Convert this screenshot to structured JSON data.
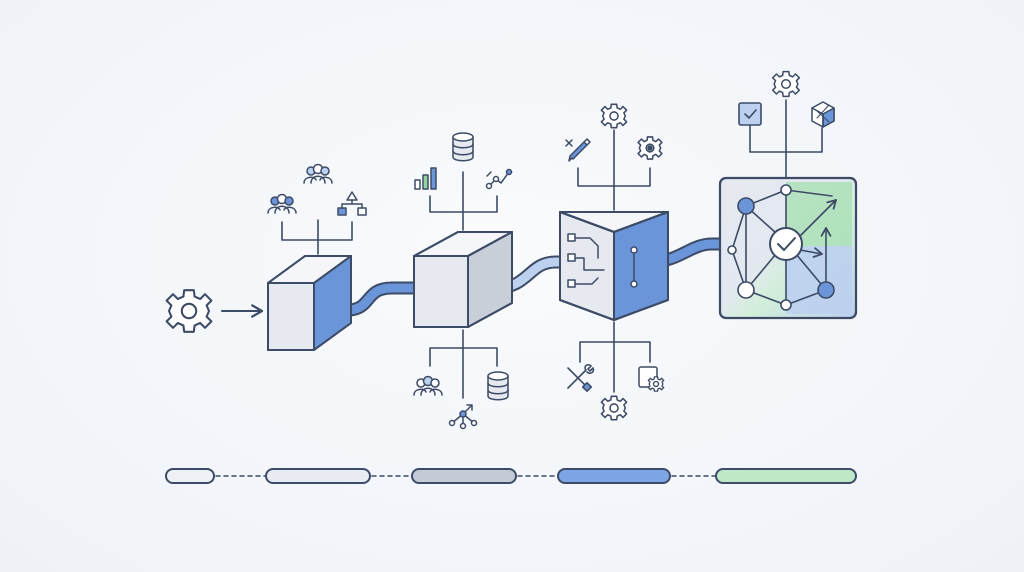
{
  "colors": {
    "stroke": "#3d4b66",
    "blue": "#6b95d9",
    "blue_light": "#bcd0ef",
    "green": "#8fd6a0",
    "green_light": "#d2efd9",
    "grey_face": "#e6e9ef",
    "grey_top": "#f4f6f9",
    "grey_side": "#c9cfd9",
    "white": "#ffffff"
  },
  "input": {
    "icon": "gear-icon"
  },
  "stages": [
    {
      "name": "stage-1",
      "top_icons": [
        "users-group-icon",
        "team-icon",
        "hierarchy-icon"
      ],
      "bottom_icons": []
    },
    {
      "name": "stage-2",
      "top_icons": [
        "bar-chart-icon",
        "database-icon",
        "trend-icon"
      ],
      "bottom_icons": [
        "team-icon",
        "network-icon",
        "database-icon"
      ]
    },
    {
      "name": "stage-3",
      "top_icons": [
        "pencil-icon",
        "gear-icon",
        "settings-target-icon"
      ],
      "bottom_icons": [
        "tools-icon",
        "gear-icon",
        "document-gear-icon"
      ]
    },
    {
      "name": "stage-4-output",
      "top_icons": [
        "checkbox-icon",
        "gear-icon",
        "cube-icon"
      ],
      "bottom_icons": []
    }
  ],
  "timeline": {
    "segments": [
      {
        "name": "timeline-segment-1",
        "color": "#eef1f5"
      },
      {
        "name": "timeline-segment-2",
        "color": "#e8ecf2"
      },
      {
        "name": "timeline-segment-3",
        "color": "#c4cad6"
      },
      {
        "name": "timeline-segment-4",
        "color": "#7ea5e3"
      },
      {
        "name": "timeline-segment-5",
        "color": "#bfe8c8"
      }
    ]
  }
}
